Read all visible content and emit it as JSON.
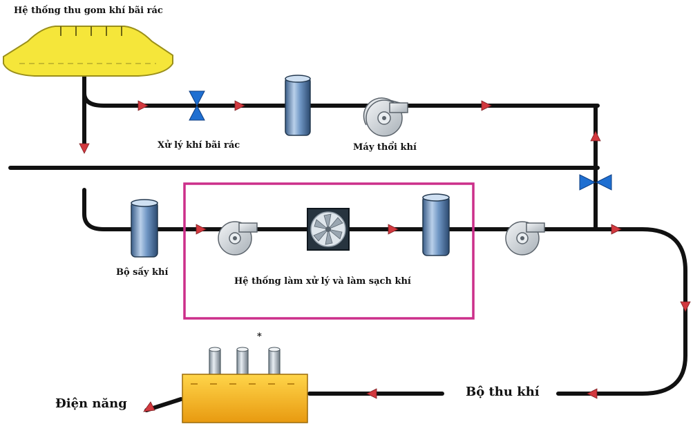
{
  "labels": {
    "landfill_collection": "Hệ thống thu gom khí bãi rác",
    "landfill_gas_treatment": "Xử lý khí bãi rác",
    "blower": "Máy thổi khí",
    "gas_dryer": "Bộ sấy khí",
    "treatment_cleaning_system": "Hệ thống làm xử lý và làm sạch khí",
    "gas_collector": "Bộ thu khí",
    "electricity": "Điện năng",
    "asterisk": "*"
  },
  "colors": {
    "pipe": "#111111",
    "arrow": "#d2393f",
    "valve": "#1f6fd1",
    "landfill": "#f5e63a",
    "tank": "#5f88b8",
    "highlight_box": "#cc2f8a",
    "generator": "#f3b722"
  }
}
